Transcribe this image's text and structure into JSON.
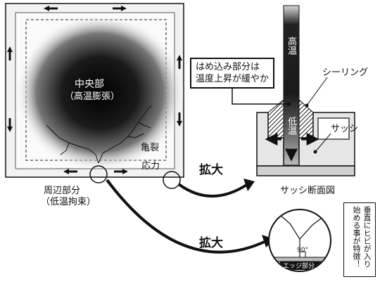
{
  "glass_diagram": {
    "center_label": "中央部",
    "center_sublabel": "（高温膨張）",
    "crack_label": "亀裂",
    "stress_label": "応力",
    "edge_label": "周辺部分",
    "edge_sublabel": "（低温拘束）"
  },
  "zoom_label_top": "拡大",
  "zoom_label_bottom": "拡大",
  "sash_section": {
    "high_temp_label": "高温",
    "low_temp_label": "低温",
    "callout_line1": "はめ込み部分は",
    "callout_line2": "温度上昇が緩やか",
    "sealing_label": "シーリング",
    "sash_label": "サッシ",
    "caption": "サッシ断面図"
  },
  "edge_detail": {
    "angle_label": "90°",
    "edge_part_label": "エッジ部分",
    "note_col1": "垂直にヒビが入り",
    "note_col2": "始める事が特徴！"
  }
}
